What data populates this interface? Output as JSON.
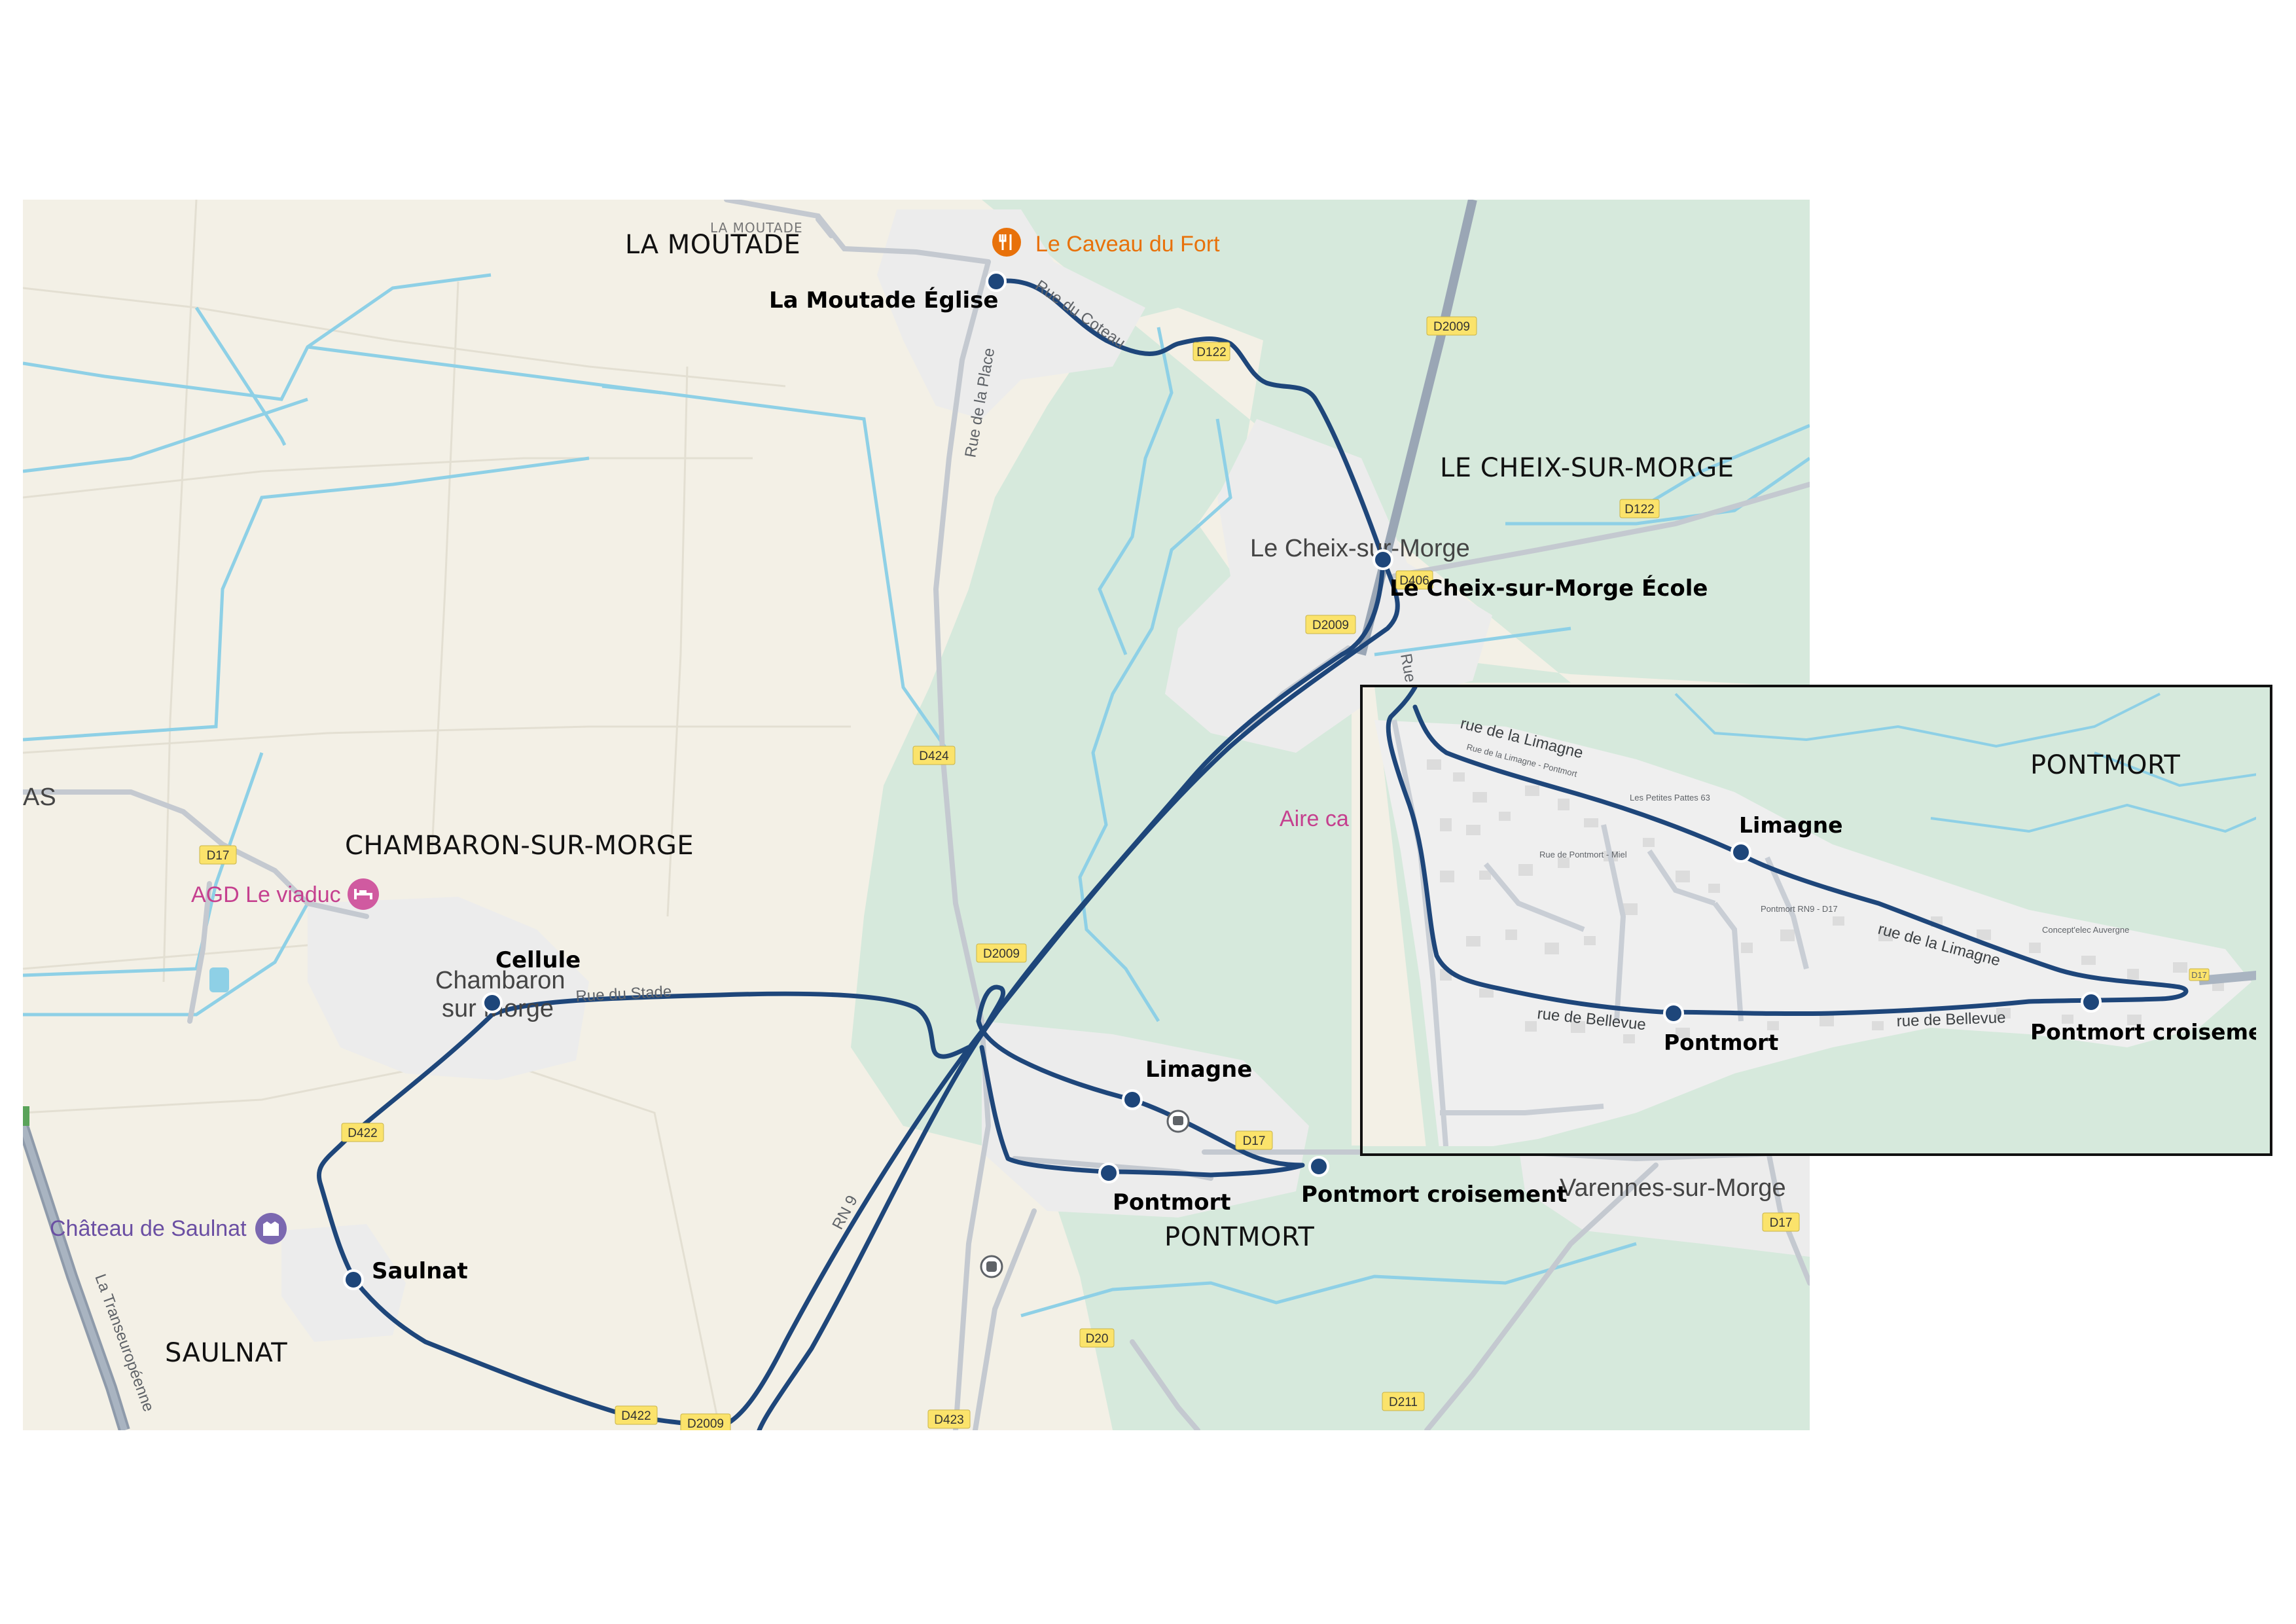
{
  "communes": {
    "la_moutade": "LA MOUTADE",
    "la_moutade_small": "LA MOUTADE",
    "le_cheix": "LE CHEIX-SUR-MORGE",
    "chambaron": "CHAMBARON-SUR-MORGE",
    "saulnat": "SAULNAT",
    "pontmort": "PONTMORT",
    "inset_pontmort": "PONTMORT",
    "as_fragment": "AS"
  },
  "stops": {
    "la_moutade_eglise": "La Moutade Église",
    "le_cheix_ecole": "Le Cheix-sur-Morge École",
    "cellule": "Cellule",
    "saulnat": "Saulnat",
    "limagne": "Limagne",
    "pontmort": "Pontmort",
    "pontmort_croisement": "Pontmort croisement",
    "inset_limagne": "Limagne",
    "inset_pontmort": "Pontmort",
    "inset_pontmort_croisement": "Pontmort croisement"
  },
  "places": {
    "le_cheix": "Le Cheix-sur-Morge",
    "chambaron_line1": "Chambaron",
    "chambaron_line2": "sur Morge",
    "varennes": "Varennes-sur-Morge"
  },
  "pois": {
    "caveau": "Le Caveau du Fort",
    "agd": "AGD Le viaduc",
    "chateau": "Château de Saulnat",
    "aire": "Aire ca"
  },
  "streets": {
    "rue_de_la_place": "Rue de la Place",
    "rue_du_stade": "Rue du Stade",
    "rue_fragment": "Rue",
    "rue_du_coteau": "Rue du Coteau",
    "rn9": "RN 9",
    "europeenne": "La Transeuropéenne",
    "inset_limagne_1": "rue de la Limagne",
    "inset_limagne_2": "rue de la Limagne",
    "inset_bellevue_1": "rue de Bellevue",
    "inset_bellevue_2": "rue de Bellevue"
  },
  "road_badges": {
    "d2009_top": "D2009",
    "d122_top": "D122",
    "d122_right": "D122",
    "d2009_mid": "D2009",
    "d406": "D406",
    "d424": "D424",
    "d17_left": "D17",
    "d2009_low": "D2009",
    "d422_left": "D422",
    "d17_mid": "D17",
    "d17_right": "D17",
    "d20": "D20",
    "d422_bottom": "D422",
    "d2009_bottom": "D2009",
    "d423": "D423",
    "d211": "D211",
    "d17_inset": "D17"
  },
  "inset_small_labels": {
    "l1": "Rue de la Limagne - Pontmort",
    "l2": "Les Petites Pattes 63",
    "l3": "Rue de Pontmort - Miel",
    "l4": "Pontmort RN9 - D17",
    "l5": "Concept'elec Auvergne"
  },
  "colors": {
    "route": "#1e467a",
    "stop_fill": "#1e467a",
    "land": "#f3f0e6",
    "green": "#d6e9dc",
    "water": "#8ed0e6",
    "urban": "#ececec",
    "badge_fill": "#fbe36b"
  },
  "icons": {
    "restaurant": "restaurant-icon",
    "hotel": "hotel-icon",
    "castle": "castle-icon",
    "bus": "bus-icon",
    "train": "train-icon"
  }
}
